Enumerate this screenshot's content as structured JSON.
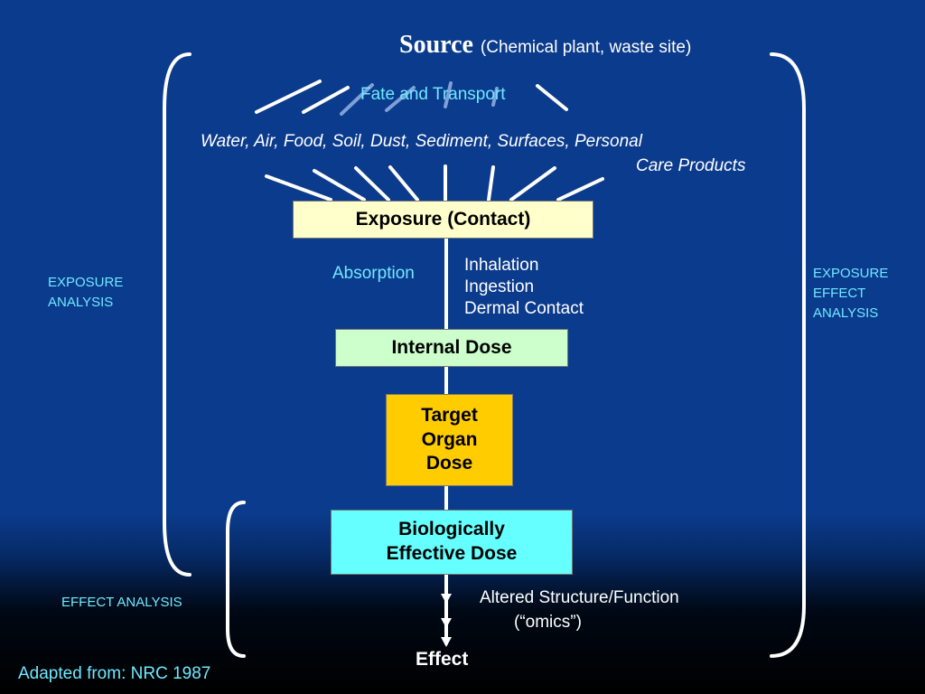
{
  "source": {
    "title": "Source",
    "subtitle": "(Chemical plant, waste site)"
  },
  "fate_transport": "Fate and Transport",
  "media": {
    "line1": "Water, Air, Food, Soil, Dust, Sediment, Surfaces, Personal",
    "line2": "Care Products"
  },
  "boxes": {
    "exposure": "Exposure (Contact)",
    "internal_dose": "Internal Dose",
    "target_organ": [
      "Target",
      "Organ",
      "Dose"
    ],
    "biologically_effective": [
      "Biologically",
      "Effective Dose"
    ]
  },
  "absorption": "Absorption",
  "routes": [
    "Inhalation",
    "Ingestion",
    "Dermal Contact"
  ],
  "side_labels": {
    "exposure_analysis": [
      "EXPOSURE",
      "ANALYSIS"
    ],
    "exposure_effect_analysis": [
      "EXPOSURE",
      "EFFECT",
      "ANALYSIS"
    ],
    "effect_analysis": "EFFECT ANALYSIS"
  },
  "altered": {
    "line1": "Altered Structure/Function",
    "line2": "(“omics”)"
  },
  "effect": "Effect",
  "citation": "Adapted from: NRC 1987",
  "colors": {
    "background": "#0b3b8c",
    "exposure_box": "#ffffcc",
    "internal_dose_box": "#ccffcc",
    "target_organ_box": "#ffcc00",
    "biological_box": "#66ffff",
    "label_cyan": "#6fe8ff"
  }
}
